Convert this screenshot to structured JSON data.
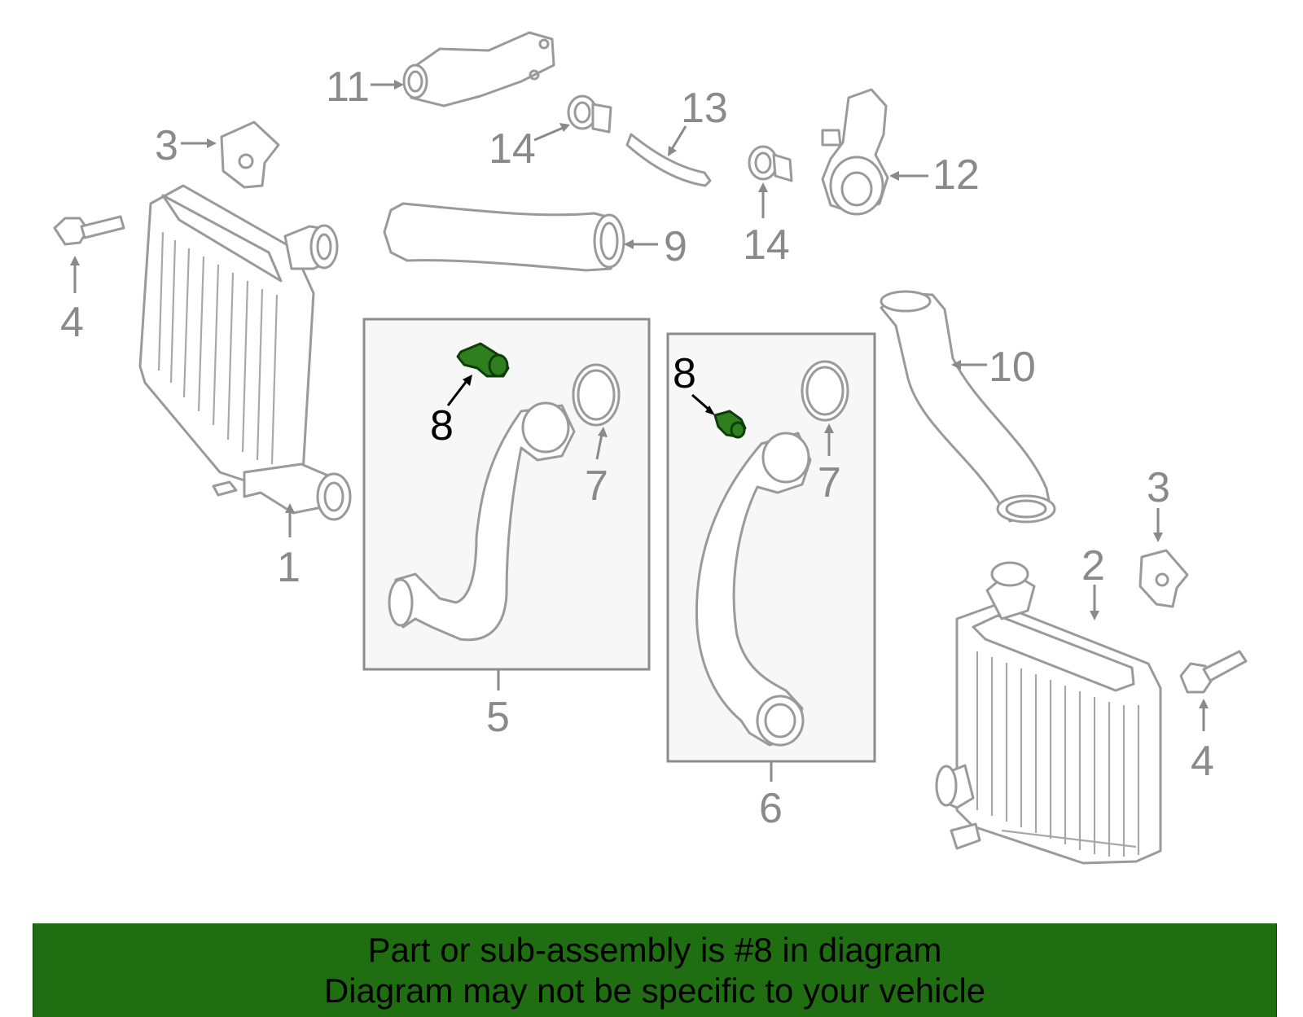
{
  "callouts": {
    "c1": "1",
    "c2": "2",
    "c3a": "3",
    "c3b": "3",
    "c4a": "4",
    "c4b": "4",
    "c5": "5",
    "c6": "6",
    "c7a": "7",
    "c7b": "7",
    "c8a": "8",
    "c8b": "8",
    "c9": "9",
    "c10": "10",
    "c11": "11",
    "c12": "12",
    "c13": "13",
    "c14a": "14",
    "c14b": "14"
  },
  "banner": {
    "line1": "Part or sub-assembly is #8 in diagram",
    "line2": "Diagram may not be specific to your vehicle"
  },
  "colors": {
    "banner_bg": "#1f6e12",
    "highlight_part": "#2f7f1f",
    "part_stroke": "#9a9a9a",
    "callout_text": "#8a8a8a"
  },
  "icons": {
    "highlighted_part": "fitting-8-icon",
    "parts": [
      "intercooler-left-icon",
      "intercooler-right-icon",
      "bracket-icon",
      "bolt-icon",
      "hose-icon",
      "seal-ring-icon",
      "clamp-icon",
      "thermostat-housing-icon"
    ]
  }
}
